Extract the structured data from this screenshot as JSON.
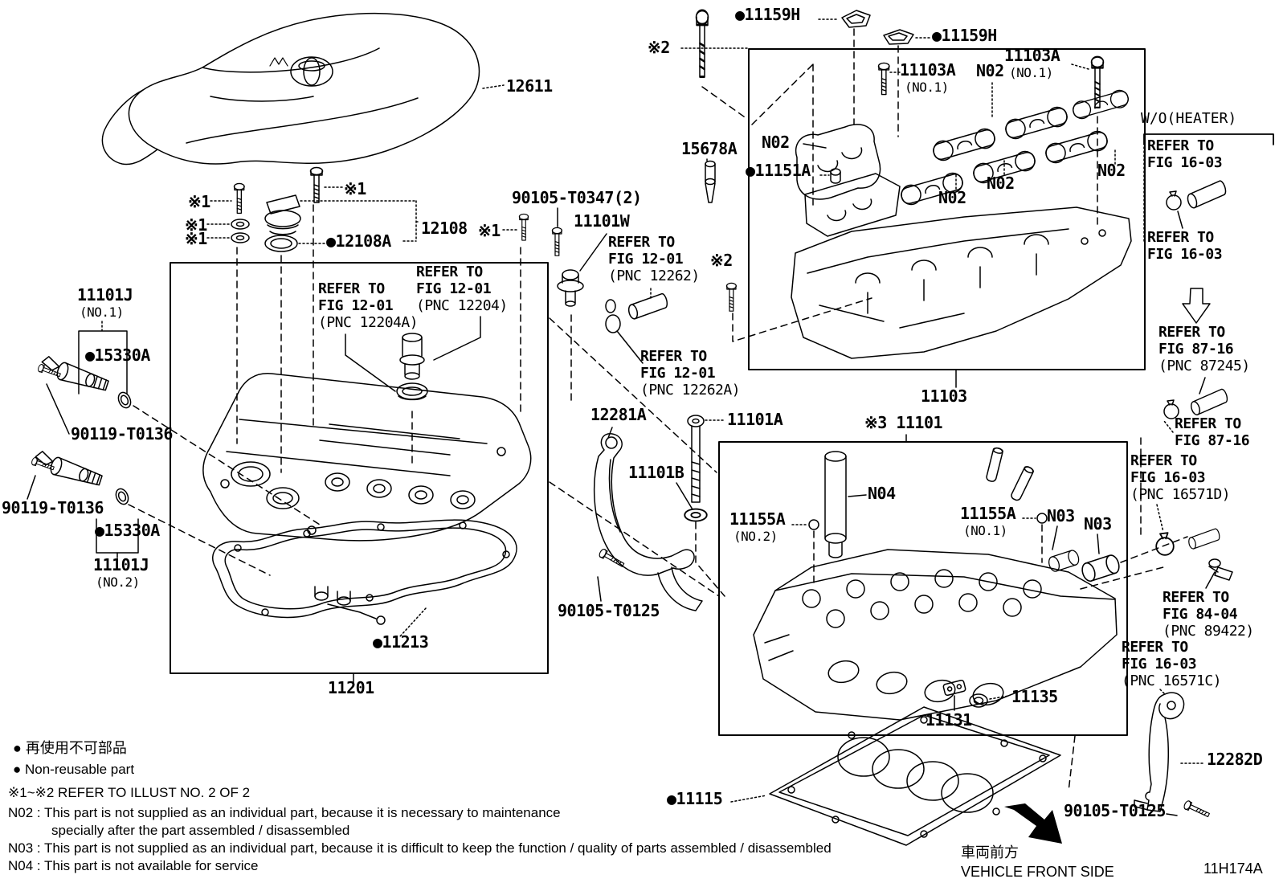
{
  "figure": {
    "code": "11H174A",
    "front_side_jp": "車両前方",
    "front_side_en": "VEHICLE FRONT SIDE"
  },
  "parts": {
    "engine_cover": "12611",
    "star1": "※1",
    "star2": "※2",
    "star3_head": "※3 11101",
    "oil_filler_cap": "12108",
    "cap_gasket": "●12108A",
    "bolt_90105_t0347": "90105-T0347(2)",
    "camshaft_sensor": "11101W",
    "ocv_valve": "11101J",
    "no1": "(NO.1)",
    "no2": "(NO.2)",
    "ocv_oring": "●15330A",
    "bolt_90119": "90119-T0136",
    "cover_gasket": "●11213",
    "head_cover": "11201",
    "hanger_front": "12281A",
    "head_bolt": "11101A",
    "head_bolt_washer": "11101B",
    "bolt_90105_t0125": "90105-T0125",
    "cap_seal": "●11159H",
    "cap_bolt": "11103A",
    "n02": "N02",
    "n03": "N03",
    "n04": "N04",
    "stud": "15678A",
    "pin": "●11151A",
    "camshaft_housing": "11103",
    "plug": "11155A",
    "head_plate": "11131",
    "oil_seal": "11135",
    "head_gasket": "●11115",
    "hanger_rear": "12282D",
    "wo_heater": "W/O(HEATER)"
  },
  "refs": {
    "fig1201_12204a": [
      "REFER TO",
      "FIG 12-01",
      "(PNC 12204A)"
    ],
    "fig1201_12204": [
      "REFER TO",
      "FIG 12-01",
      "(PNC 12204)"
    ],
    "fig1201_12262": [
      "REFER TO",
      "FIG 12-01",
      "(PNC 12262)"
    ],
    "fig1201_12262a": [
      "REFER TO",
      "FIG 12-01",
      "(PNC 12262A)"
    ],
    "fig1603": [
      "REFER TO",
      "FIG 16-03"
    ],
    "fig8716_87245": [
      "REFER TO",
      "FIG 87-16",
      "(PNC 87245)"
    ],
    "fig8716": [
      "REFER TO",
      "FIG 87-16"
    ],
    "fig1603_16571d": [
      "REFER TO",
      "FIG 16-03",
      "(PNC 16571D)"
    ],
    "fig8404_89422": [
      "REFER TO",
      "FIG 84-04",
      "(PNC 89422)"
    ],
    "fig1603_16571c": [
      "REFER TO",
      "FIG 16-03",
      "(PNC 16571C)"
    ]
  },
  "legend": {
    "nonreusable_jp": "● 再使用不可部品",
    "nonreusable_en": "● Non-reusable part",
    "illust_note": "※1~※2  REFER TO ILLUST NO. 2 OF 2",
    "n02_note_1": "N02 : This part is not supplied as an individual part, because it is necessary to maintenance",
    "n02_note_2": "specially after the part assembled / disassembled",
    "n03_note": "N03 : This part is not supplied as an individual part, because it is difficult to keep the function / quality of parts  assembled / disassembled",
    "n04_note": "N04 : This part is not available for service"
  }
}
